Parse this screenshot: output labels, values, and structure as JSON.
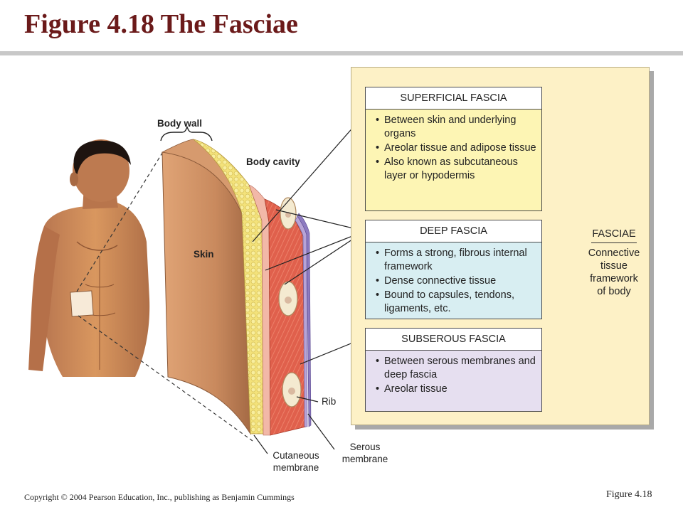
{
  "title": "Figure 4.18  The Fasciae",
  "labels": {
    "body_wall": "Body wall",
    "body_cavity": "Body cavity",
    "skin": "Skin",
    "rib": "Rib",
    "cutaneous": "Cutaneous membrane",
    "cutaneous_l1": "Cutaneous",
    "cutaneous_l2": "membrane",
    "serous_l1": "Serous",
    "serous_l2": "membrane"
  },
  "boxes": [
    {
      "title": "SUPERFICIAL FASCIA",
      "items": [
        "Between skin and underlying organs",
        "Areolar tissue and adipose tissue",
        "Also known as subcutaneous layer or hypodermis"
      ]
    },
    {
      "title": "DEEP FASCIA",
      "items": [
        "Forms a strong, fibrous internal framework",
        "Dense connective tissue",
        "Bound to capsules, tendons, ligaments, etc."
      ]
    },
    {
      "title": "SUBSEROUS FASCIA",
      "items": [
        "Between serous membranes and deep fascia",
        "Areolar tissue"
      ]
    }
  ],
  "fasciae": {
    "heading": "FASCIAE",
    "desc_l1": "Connective",
    "desc_l2": "tissue",
    "desc_l3": "framework",
    "desc_l4": "of body"
  },
  "footer": {
    "copyright": "Copyright © 2004 Pearson Education, Inc., publishing as Benjamin Cummings",
    "figure_ref": "Figure 4.18"
  },
  "colors": {
    "title": "#6b1a1a",
    "panel": "#fdf1c6",
    "superficial": "#fdf5b4",
    "deep": "#d8eef2",
    "subserous": "#e6dff0",
    "skin_tone": "#c98a5e",
    "muscle": "#e0604c",
    "fat": "#f3e27a"
  }
}
